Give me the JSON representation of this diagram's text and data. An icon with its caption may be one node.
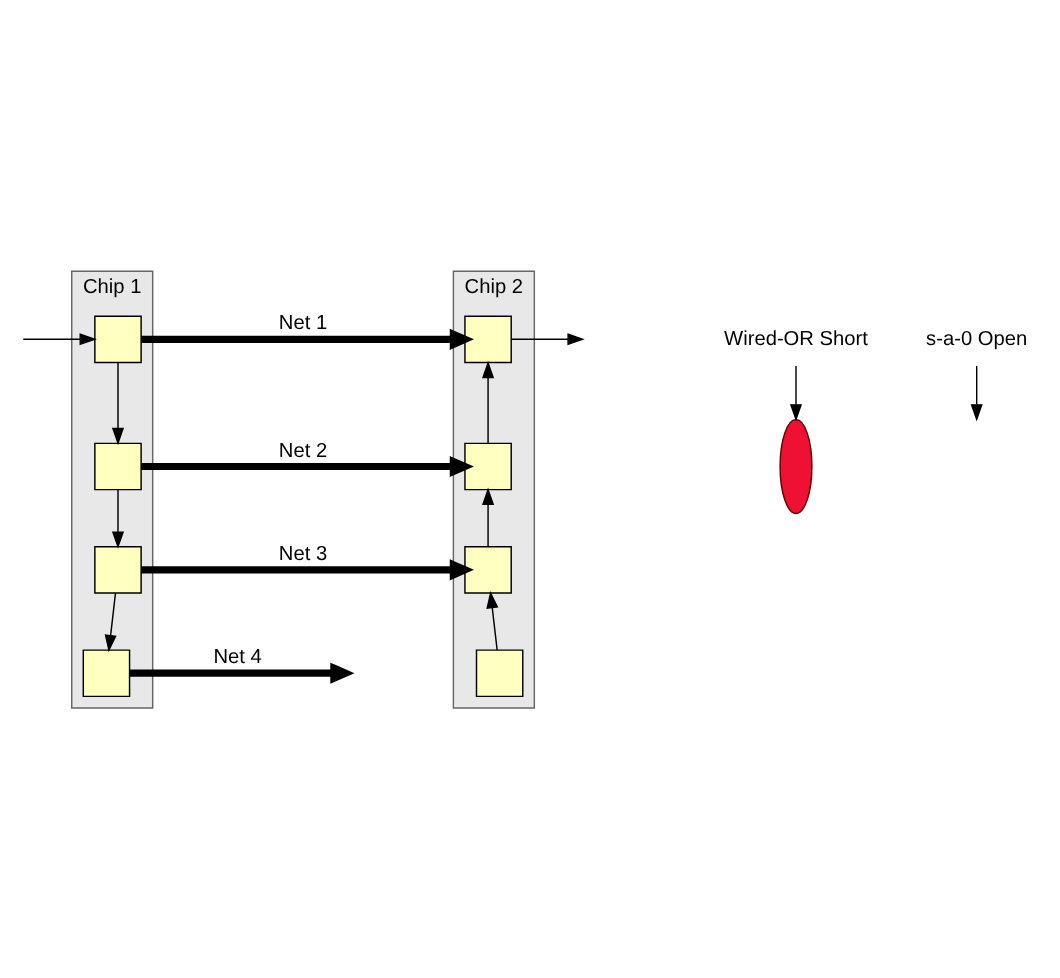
{
  "diagram": {
    "nodes": [
      {
        "text": [
          "Chip 1"
        ]
      },
      {
        "text": [],
        "shape": "box",
        "in": 0
      },
      {
        "text": [],
        "shape": "box",
        "in": 0
      },
      {
        "text": [],
        "shape": "box",
        "in": 0
      },
      {
        "text": [],
        "shape": "box",
        "in": 0
      },
      {
        "text": [
          "Chip 2"
        ]
      },
      {
        "text": [],
        "shape": "box",
        "in": 5
      },
      {
        "text": [],
        "shape": "box",
        "in": 5
      },
      {
        "text": [],
        "shape": "box",
        "in": 5
      },
      {
        "text": [],
        "shape": "box",
        "in": 5
      },
      {
        "text": [],
        "shape": "ellipse"
      },
      {
        "text": [
          "Wired-OR Short"
        ]
      },
      {
        "text": [
          "s-a-0 Open"
        ]
      }
    ],
    "edges": [
      {
        "from": null,
        "to": 1,
        "arrow": "to"
      },
      {
        "from": 1,
        "to": 2,
        "arrow": "to"
      },
      {
        "from": 2,
        "to": 3,
        "arrow": "to"
      },
      {
        "from": 3,
        "to": 4,
        "arrow": "to"
      },
      {
        "from": 6,
        "to": null,
        "arrow": "to"
      },
      {
        "from": 9,
        "to": 8,
        "arrow": "to"
      },
      {
        "from": 8,
        "to": 7,
        "arrow": "to"
      },
      {
        "from": 7,
        "to": 6,
        "arrow": "to"
      },
      {
        "from": 1,
        "to": 6,
        "arrow": "to",
        "label": "Net 1",
        "style": "thick"
      },
      {
        "from": 2,
        "to": 7,
        "arrow": "to",
        "label": "Net 2",
        "style": "thick"
      },
      {
        "from": 3,
        "to": 8,
        "arrow": "to",
        "label": "Net 3",
        "style": "thick"
      },
      {
        "from": 4,
        "to": null,
        "arrow": "to",
        "label": "Net 4",
        "style": "thick"
      },
      {
        "from": 11,
        "to": 10,
        "arrow": "to"
      },
      {
        "from": 12,
        "to": null,
        "arrow": "to"
      }
    ]
  }
}
